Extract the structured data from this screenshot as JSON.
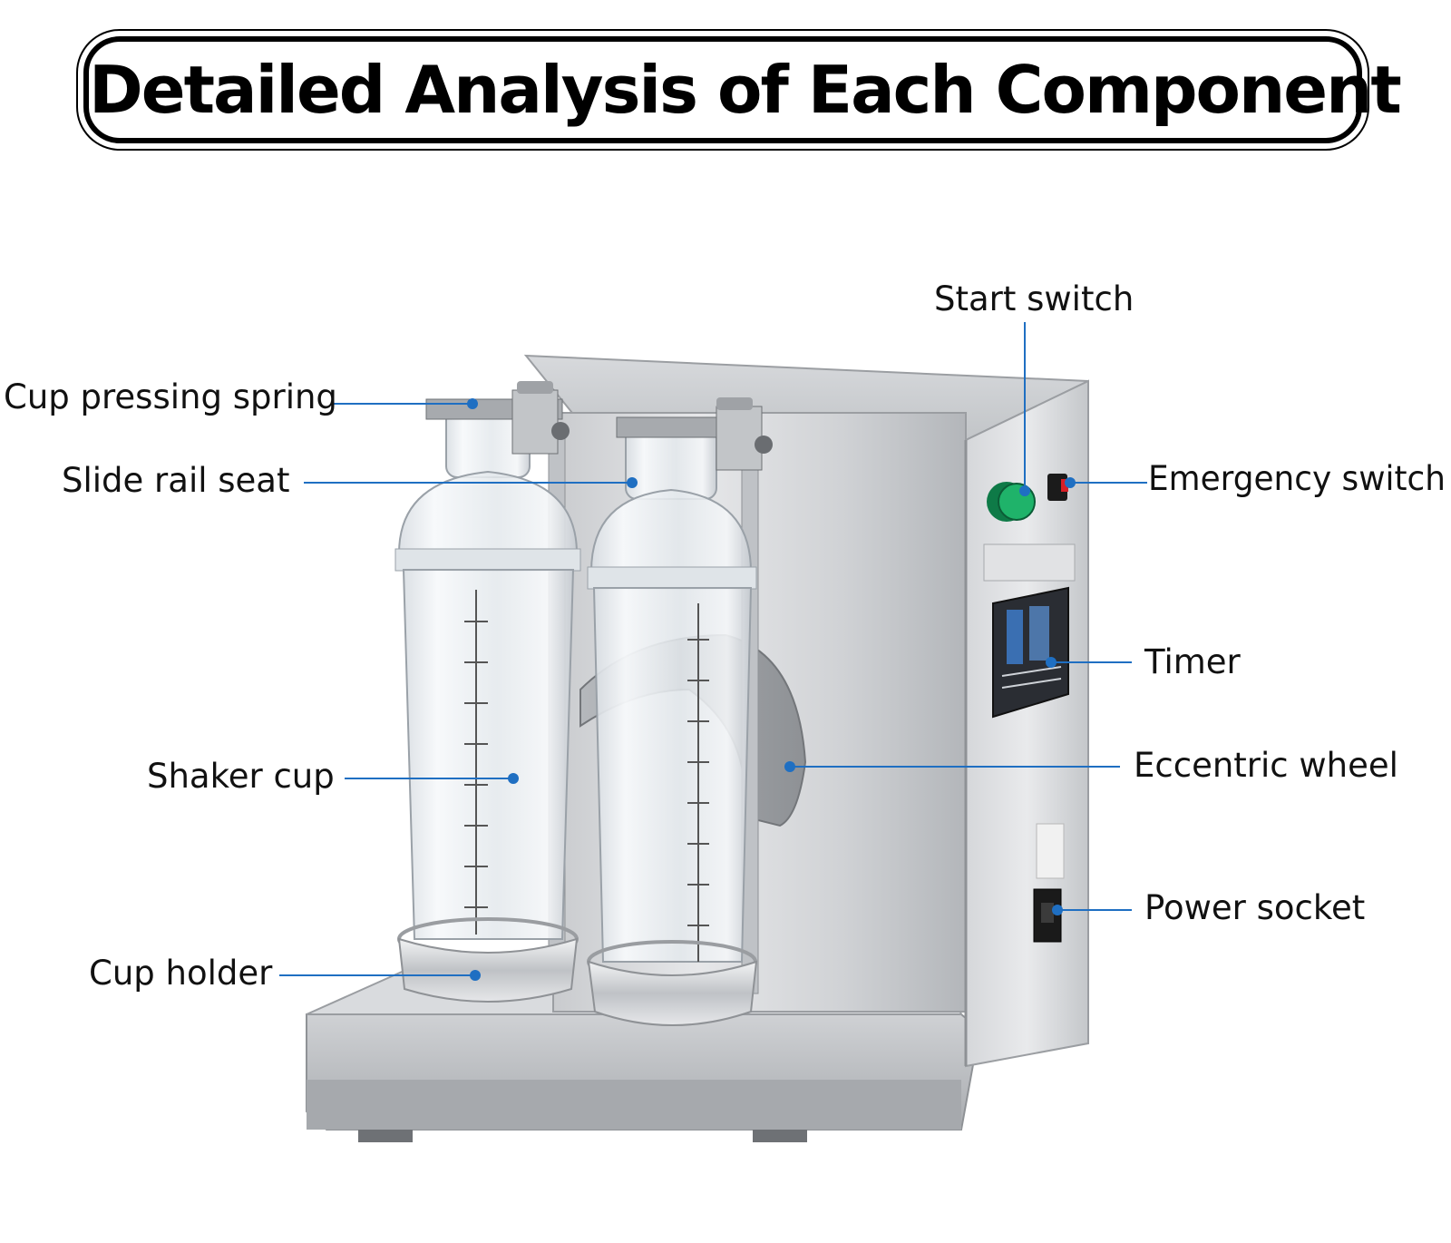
{
  "title": "Detailed Analysis of Each Component",
  "colors": {
    "leader_line": "#1f6fc2",
    "stainless_light": "#e4e5e7",
    "stainless_mid": "#b9bcbf",
    "stainless_dark": "#8d9094",
    "start_button": "#1fb36a",
    "emergency_button": "#d81f26",
    "timer_panel": "#2a2d33"
  },
  "components": {
    "cup_pressing_spring": "Cup pressing spring",
    "slide_rail_seat": "Slide rail seat",
    "shaker_cup": "Shaker cup",
    "cup_holder": "Cup holder",
    "start_switch": "Start switch",
    "emergency_switch": "Emergency switch",
    "timer": "Timer",
    "eccentric_wheel": "Eccentric wheel",
    "power_socket": "Power socket"
  }
}
